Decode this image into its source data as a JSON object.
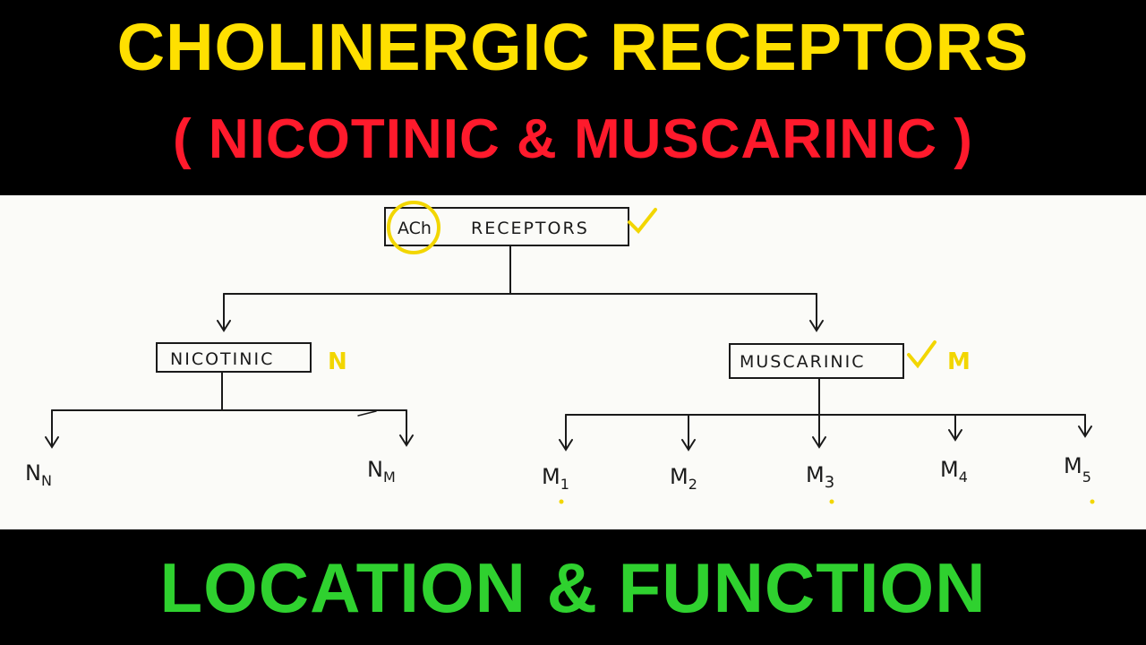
{
  "header": {
    "title": "CHOLINERGIC RECEPTORS",
    "subtitle": "( NICOTINIC & MUSCARINIC )",
    "title_color": "#ffe000",
    "subtitle_color": "#ff1a2c"
  },
  "diagram": {
    "root": {
      "ach": "ACh",
      "label": "RECEPTORS"
    },
    "nicotinic": {
      "label": "NICOTINIC",
      "abbr": "N",
      "children": [
        {
          "main": "N",
          "sub": "N"
        },
        {
          "main": "N",
          "sub": "M"
        }
      ]
    },
    "muscarinic": {
      "label": "MUSCARINIC",
      "abbr": "M",
      "children": [
        {
          "main": "M",
          "sub": "1"
        },
        {
          "main": "M",
          "sub": "2"
        },
        {
          "main": "M",
          "sub": "3"
        },
        {
          "main": "M",
          "sub": "4"
        },
        {
          "main": "M",
          "sub": "5"
        }
      ]
    },
    "highlight_color": "#f2d600"
  },
  "footer": {
    "text": "LOCATION & FUNCTION",
    "color": "#2fd12f"
  }
}
